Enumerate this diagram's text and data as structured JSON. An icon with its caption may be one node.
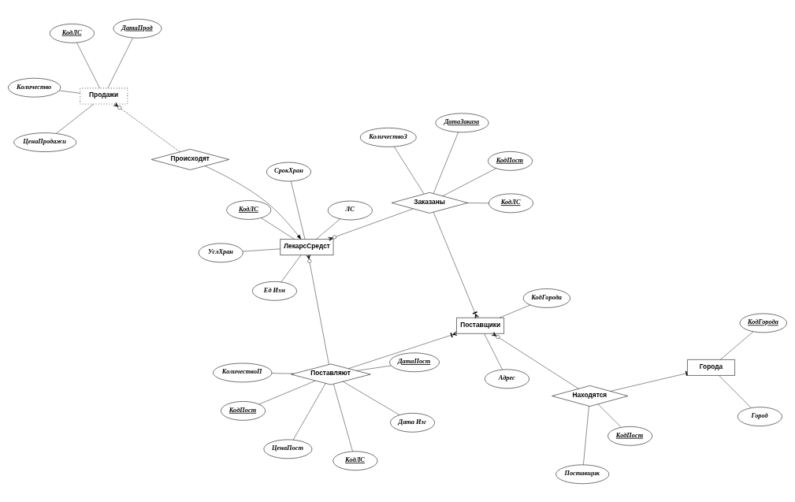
{
  "diagram": {
    "nodes": [
      {
        "text": [
          "КодЛС"
        ]
      },
      {
        "text": [
          "ДатаПост"
        ]
      },
      {
        "text": [
          "КодЛС"
        ]
      },
      {
        "text": [
          "КоличествоП"
        ]
      },
      {
        "text": [
          "ЛС"
        ]
      },
      {
        "text": [
          "КодПост"
        ]
      },
      {
        "text": [
          "ЦенаПост"
        ]
      },
      {
        "text": [
          "Поставщик"
        ]
      },
      {
        "text": [
          "Ед Изм"
        ]
      },
      {
        "text": [
          "Поставляют"
        ]
      },
      {
        "text": [
          "Дата Изг"
        ]
      },
      {
        "text": [
          "КодГорода"
        ]
      },
      {
        "text": [
          "КодПост"
        ]
      },
      {
        "text": [
          "Город"
        ]
      },
      {
        "text": [
          "ЛекарсСредст"
        ]
      },
      {
        "text": [
          "Поставщики"
        ]
      },
      {
        "text": [
          "Находятся"
        ]
      },
      {
        "text": [
          "Города"
        ]
      },
      {
        "text": [
          "СрокХран"
        ]
      },
      {
        "text": [
          "КодГорода"
        ]
      },
      {
        "text": [
          "Заказаны"
        ]
      },
      {
        "text": [
          "УслХран"
        ]
      },
      {
        "text": [
          "Происходят"
        ]
      },
      {
        "text": [
          "Адрес"
        ]
      },
      {
        "text": [
          "КоличествоЗ"
        ]
      },
      {
        "text": [
          "КодПост"
        ]
      },
      {
        "text": [
          "ДатаЗаказа"
        ]
      },
      {
        "text": [
          "Продажи"
        ]
      },
      {
        "text": [
          "КодЛС"
        ]
      },
      {
        "text": [
          "ДатаПрод"
        ]
      },
      {
        "text": [
          "Количество"
        ]
      },
      {
        "text": [
          "КодЛС"
        ]
      },
      {
        "text": [
          "ЦенаПродажи"
        ]
      }
    ],
    "edges": [
      {
        "from": 9,
        "to": 14,
        "arrow": "other"
      },
      {
        "from": 9,
        "to": 15,
        "arrow": "other"
      },
      {
        "from": 20,
        "to": 14,
        "arrow": "other"
      },
      {
        "from": 20,
        "to": 15,
        "arrow": "other"
      },
      {
        "from": 16,
        "to": 15,
        "arrow": "other"
      },
      {
        "from": 16,
        "to": 17,
        "arrow": "other"
      },
      {
        "from": 22,
        "to": 14,
        "arrow": "to"
      },
      {
        "from": 22,
        "to": 27,
        "arrow": "other",
        "style": "dashed"
      },
      {
        "from": 0,
        "to": 14,
        "arrow": "none"
      },
      {
        "from": 4,
        "to": 14,
        "arrow": "none"
      },
      {
        "from": 8,
        "to": 14,
        "arrow": "none"
      },
      {
        "from": 18,
        "to": 14,
        "arrow": "none"
      },
      {
        "from": 21,
        "to": 14,
        "arrow": "none"
      },
      {
        "from": 1,
        "to": 9,
        "arrow": "none"
      },
      {
        "from": 2,
        "to": 9,
        "arrow": "none"
      },
      {
        "from": 3,
        "to": 9,
        "arrow": "none"
      },
      {
        "from": 6,
        "to": 9,
        "arrow": "none"
      },
      {
        "from": 10,
        "to": 9,
        "arrow": "none"
      },
      {
        "from": 5,
        "to": 9,
        "arrow": "none"
      },
      {
        "from": 7,
        "to": 16,
        "arrow": "none"
      },
      {
        "from": 12,
        "to": 16,
        "arrow": "none"
      },
      {
        "from": 11,
        "to": 17,
        "arrow": "none"
      },
      {
        "from": 13,
        "to": 17,
        "arrow": "none"
      },
      {
        "from": 15,
        "to": 19,
        "arrow": "none"
      },
      {
        "from": 15,
        "to": 23,
        "arrow": "none"
      },
      {
        "from": 20,
        "to": 25,
        "arrow": "none"
      },
      {
        "from": 20,
        "to": 28,
        "arrow": "none"
      },
      {
        "from": 20,
        "to": 26,
        "arrow": "none"
      },
      {
        "from": 20,
        "to": 24,
        "arrow": "none"
      },
      {
        "from": 27,
        "to": 29,
        "arrow": "none"
      },
      {
        "from": 27,
        "to": 31,
        "arrow": "none"
      },
      {
        "from": 27,
        "to": 32,
        "arrow": "none"
      },
      {
        "from": 27,
        "to": 30,
        "arrow": "none"
      }
    ]
  }
}
